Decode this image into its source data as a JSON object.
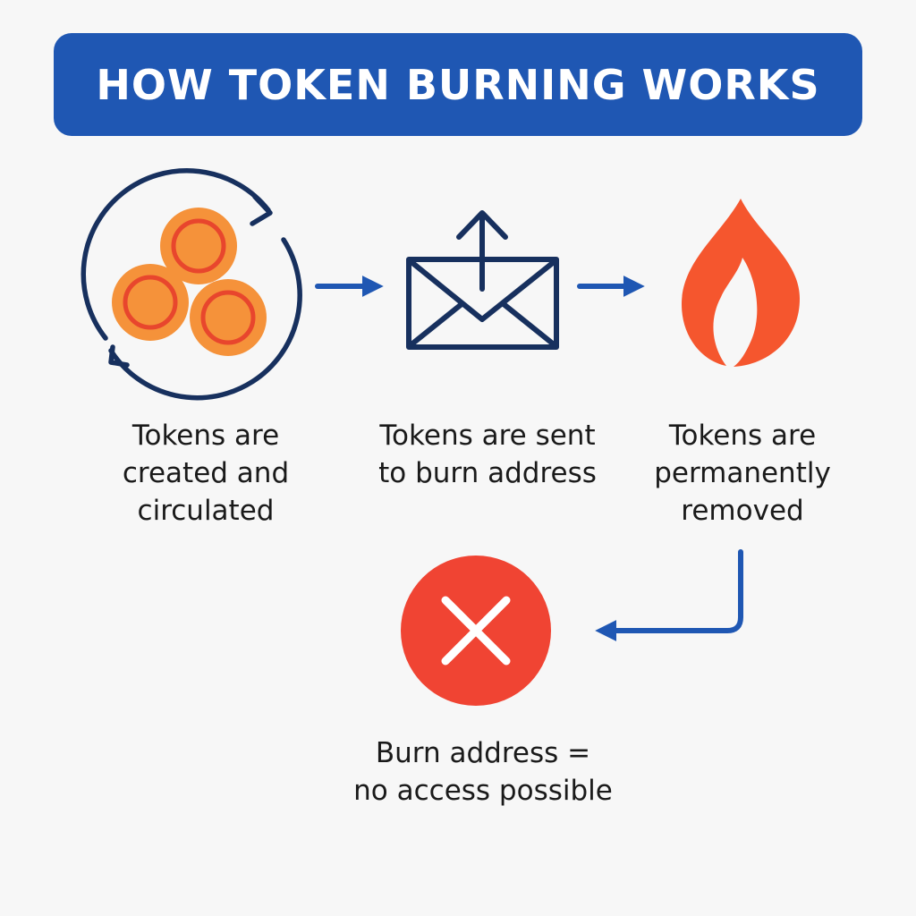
{
  "title": "HOW TOKEN BURNING WORKS",
  "steps": [
    {
      "icon": "token-cycle-icon",
      "caption": "Tokens are\ncreated and\ncirculated"
    },
    {
      "icon": "envelope-send-icon",
      "caption": "Tokens are sent\nto burn address"
    },
    {
      "icon": "flame-icon",
      "caption": "Tokens are\npermanently\nremoved"
    }
  ],
  "outcome": {
    "icon": "x-circle-icon",
    "caption": "Burn address =\nno access possible"
  },
  "colors": {
    "banner": "#1f57b3",
    "arrow": "#1f57b3",
    "navy": "#17305e",
    "coin_fill": "#f5923a",
    "coin_ring": "#e8462d",
    "flame": "#f5562e",
    "x_circle": "#f04433"
  }
}
